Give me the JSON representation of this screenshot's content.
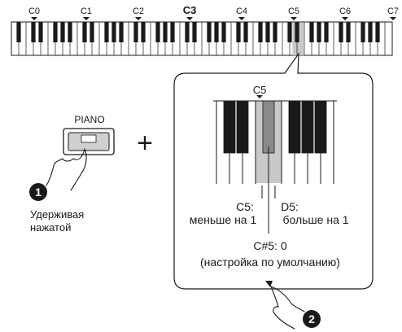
{
  "keyboard": {
    "octave_labels": [
      "C0",
      "C1",
      "C2",
      "C3",
      "C4",
      "C5",
      "C6",
      "C7"
    ],
    "bold_label": "C3",
    "highlight_label": "C5"
  },
  "step1": {
    "button_label": "PIANO",
    "number": "1",
    "caption_line1": "Удерживая",
    "caption_line2": "нажатой"
  },
  "plus_sign": "+",
  "callout": {
    "top_label": "C5",
    "left_label_line1": "C5:",
    "left_label_line2": "меньше на 1",
    "right_label_line1": "D5:",
    "right_label_line2": "больше на 1",
    "center_label": "C#5: 0",
    "default_note": "(настройка по умолчанию)"
  },
  "step2": {
    "number": "2"
  },
  "colors": {
    "highlight": "#c9c9c9",
    "black_key_highlight": "#8a8a8a",
    "ink": "#1a1a1a"
  }
}
